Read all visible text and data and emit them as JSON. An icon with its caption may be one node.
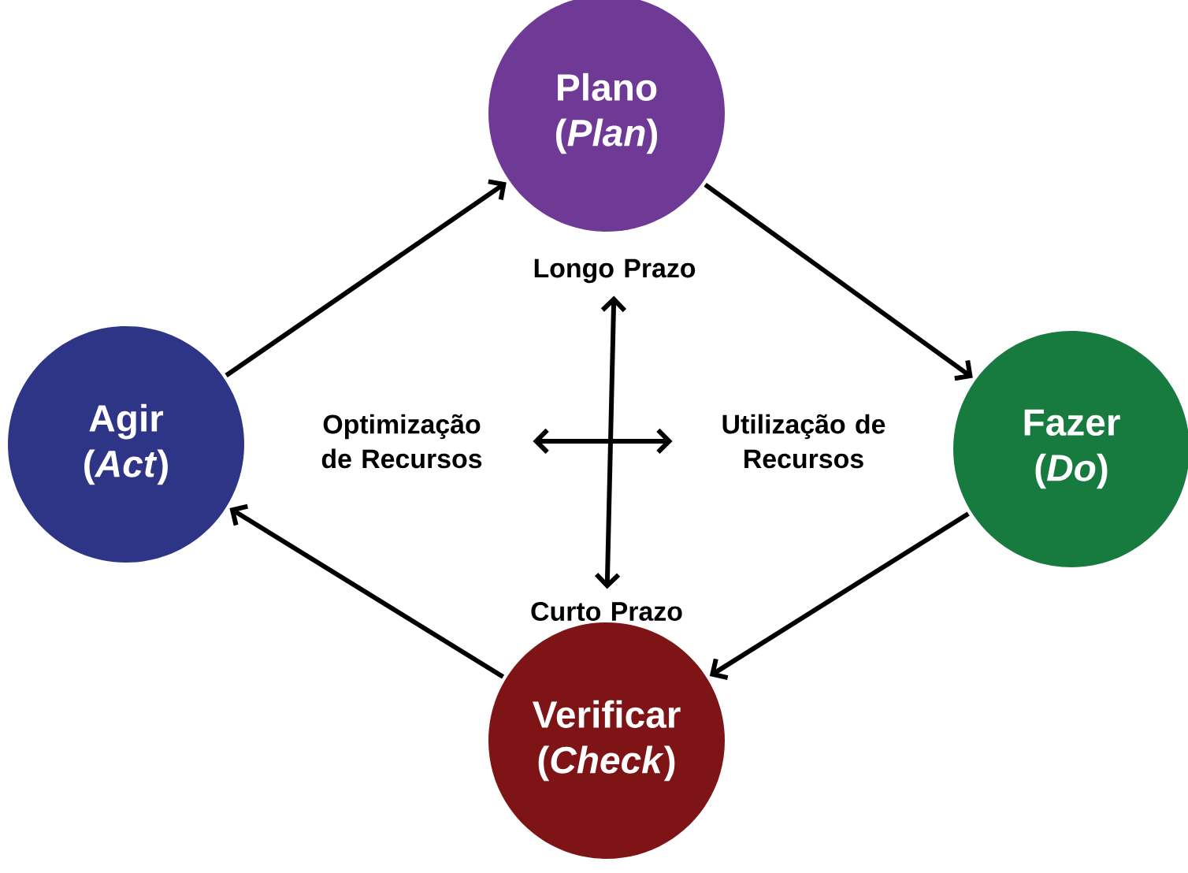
{
  "diagram": {
    "nodes": [
      {
        "text": [
          "Plano (*Plan*)"
        ]
      },
      {
        "text": [
          "Fazer (*Do*)"
        ]
      },
      {
        "text": [
          "Verificar (*Check*)"
        ]
      },
      {
        "text": [
          "Agir (*Act*)"
        ]
      },
      {
        "text": [
          "Longo Prazo"
        ]
      },
      {
        "text": [
          "Curto Prazo"
        ]
      },
      {
        "text": [
          "Optimização de Recursos"
        ]
      },
      {
        "text": [
          "Utilização de Recursos"
        ]
      }
    ],
    "edges": [
      {
        "from": 0,
        "to": 1,
        "arrow": "to"
      },
      {
        "from": 1,
        "to": 2,
        "arrow": "to"
      },
      {
        "from": 2,
        "to": 3,
        "arrow": "to"
      },
      {
        "from": 3,
        "to": 0,
        "arrow": "to"
      },
      {
        "from": 4,
        "to": 5,
        "arrow": "both"
      },
      {
        "from": 6,
        "to": 7,
        "arrow": "both"
      }
    ]
  }
}
